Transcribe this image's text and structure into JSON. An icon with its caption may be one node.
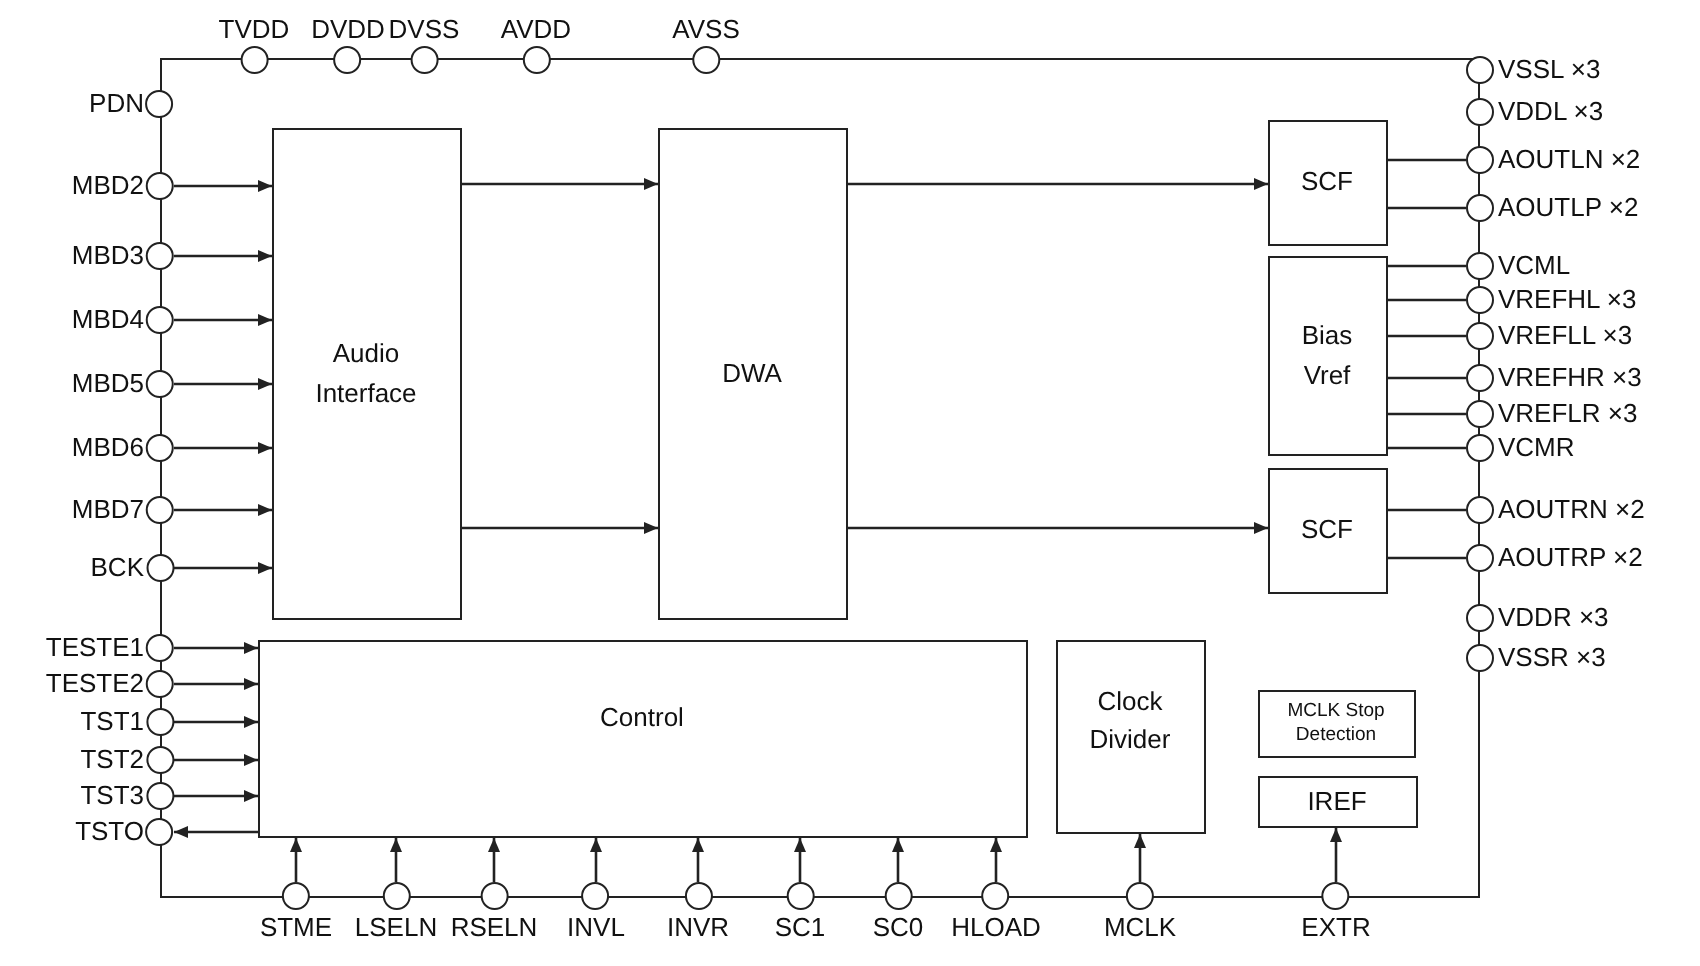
{
  "diagram": {
    "nodes": [
      {
        "text": [],
        "shape": "box"
      },
      {
        "text": [
          "TVDD"
        ]
      },
      {
        "text": [
          "DVDD"
        ]
      },
      {
        "text": [
          "DVSS"
        ]
      },
      {
        "text": [
          "AVDD"
        ]
      },
      {
        "text": [
          "AVSS"
        ]
      },
      {
        "text": [
          "PDN"
        ]
      },
      {
        "text": [
          "MBD2"
        ]
      },
      {
        "text": [
          "MBD3"
        ]
      },
      {
        "text": [
          "MBD4"
        ]
      },
      {
        "text": [
          "MBD5"
        ]
      },
      {
        "text": [
          "MBD6"
        ]
      },
      {
        "text": [
          "MBD7"
        ]
      },
      {
        "text": [
          "BCK"
        ]
      },
      {
        "text": [
          "TESTE1"
        ]
      },
      {
        "text": [
          "TESTE2"
        ]
      },
      {
        "text": [
          "TST1"
        ]
      },
      {
        "text": [
          "TST2"
        ]
      },
      {
        "text": [
          "TST3"
        ]
      },
      {
        "text": [
          "TSTO"
        ]
      },
      {
        "text": [
          "Audio Interface"
        ],
        "in": 0
      },
      {
        "text": [
          "DWA"
        ],
        "in": 0
      },
      {
        "text": [
          "SCF"
        ],
        "in": 0
      },
      {
        "text": [
          "Bias Vref"
        ],
        "in": 0
      },
      {
        "text": [
          "SCF"
        ],
        "in": 0
      },
      {
        "text": [
          "Control"
        ],
        "in": 0
      },
      {
        "text": [
          "Clock Divider"
        ],
        "in": 0
      },
      {
        "text": [
          "MCLK Stop Detection"
        ],
        "in": 0
      },
      {
        "text": [
          "IREF"
        ],
        "in": 0
      },
      {
        "text": [
          "VSSL ×3"
        ]
      },
      {
        "text": [
          "VDDL ×3"
        ]
      },
      {
        "text": [
          "AOUTLN ×2"
        ]
      },
      {
        "text": [
          "AOUTLP ×2"
        ]
      },
      {
        "text": [
          "VCML"
        ]
      },
      {
        "text": [
          "VREFHL ×3"
        ]
      },
      {
        "text": [
          "VREFLL ×3"
        ]
      },
      {
        "text": [
          "VREFHR ×3"
        ]
      },
      {
        "text": [
          "VREFLR ×3"
        ]
      },
      {
        "text": [
          "VCMR"
        ]
      },
      {
        "text": [
          "AOUTRN ×2"
        ]
      },
      {
        "text": [
          "AOUTRP ×2"
        ]
      },
      {
        "text": [
          "VDDR ×3"
        ]
      },
      {
        "text": [
          "VSSR ×3"
        ]
      },
      {
        "text": [
          "STME"
        ]
      },
      {
        "text": [
          "LSELN"
        ]
      },
      {
        "text": [
          "RSELN"
        ]
      },
      {
        "text": [
          "INVL"
        ]
      },
      {
        "text": [
          "INVR"
        ]
      },
      {
        "text": [
          "SC1"
        ]
      },
      {
        "text": [
          "SC0"
        ]
      },
      {
        "text": [
          "HLOAD"
        ]
      },
      {
        "text": [
          "MCLK"
        ]
      },
      {
        "text": [
          "EXTR"
        ]
      }
    ],
    "edges": [
      {
        "from": 7,
        "to": 20,
        "arrow": "to"
      },
      {
        "from": 8,
        "to": 20,
        "arrow": "to"
      },
      {
        "from": 9,
        "to": 20,
        "arrow": "to"
      },
      {
        "from": 10,
        "to": 20,
        "arrow": "to"
      },
      {
        "from": 11,
        "to": 20,
        "arrow": "to"
      },
      {
        "from": 12,
        "to": 20,
        "arrow": "to"
      },
      {
        "from": 13,
        "to": 20,
        "arrow": "to"
      },
      {
        "from": 20,
        "to": 21,
        "arrow": "to"
      },
      {
        "from": 20,
        "to": 21,
        "arrow": "to"
      },
      {
        "from": 21,
        "to": 22,
        "arrow": "to"
      },
      {
        "from": 21,
        "to": 24,
        "arrow": "to"
      },
      {
        "from": 22,
        "to": 31,
        "arrow": "none"
      },
      {
        "from": 22,
        "to": 32,
        "arrow": "none"
      },
      {
        "from": 23,
        "to": 33,
        "arrow": "none"
      },
      {
        "from": 23,
        "to": 34,
        "arrow": "none"
      },
      {
        "from": 23,
        "to": 35,
        "arrow": "none"
      },
      {
        "from": 23,
        "to": 36,
        "arrow": "none"
      },
      {
        "from": 23,
        "to": 37,
        "arrow": "none"
      },
      {
        "from": 23,
        "to": 38,
        "arrow": "none"
      },
      {
        "from": 24,
        "to": 39,
        "arrow": "none"
      },
      {
        "from": 24,
        "to": 40,
        "arrow": "none"
      },
      {
        "from": 14,
        "to": 25,
        "arrow": "to"
      },
      {
        "from": 15,
        "to": 25,
        "arrow": "to"
      },
      {
        "from": 16,
        "to": 25,
        "arrow": "to"
      },
      {
        "from": 17,
        "to": 25,
        "arrow": "to"
      },
      {
        "from": 18,
        "to": 25,
        "arrow": "to"
      },
      {
        "from": 25,
        "to": 19,
        "arrow": "to"
      },
      {
        "from": 43,
        "to": 25,
        "arrow": "to"
      },
      {
        "from": 44,
        "to": 25,
        "arrow": "to"
      },
      {
        "from": 45,
        "to": 25,
        "arrow": "to"
      },
      {
        "from": 46,
        "to": 25,
        "arrow": "to"
      },
      {
        "from": 47,
        "to": 25,
        "arrow": "to"
      },
      {
        "from": 48,
        "to": 25,
        "arrow": "to"
      },
      {
        "from": 49,
        "to": 25,
        "arrow": "to"
      },
      {
        "from": 50,
        "to": 25,
        "arrow": "to"
      },
      {
        "from": 51,
        "to": 26,
        "arrow": "to"
      },
      {
        "from": 52,
        "to": 28,
        "arrow": "to"
      }
    ]
  }
}
